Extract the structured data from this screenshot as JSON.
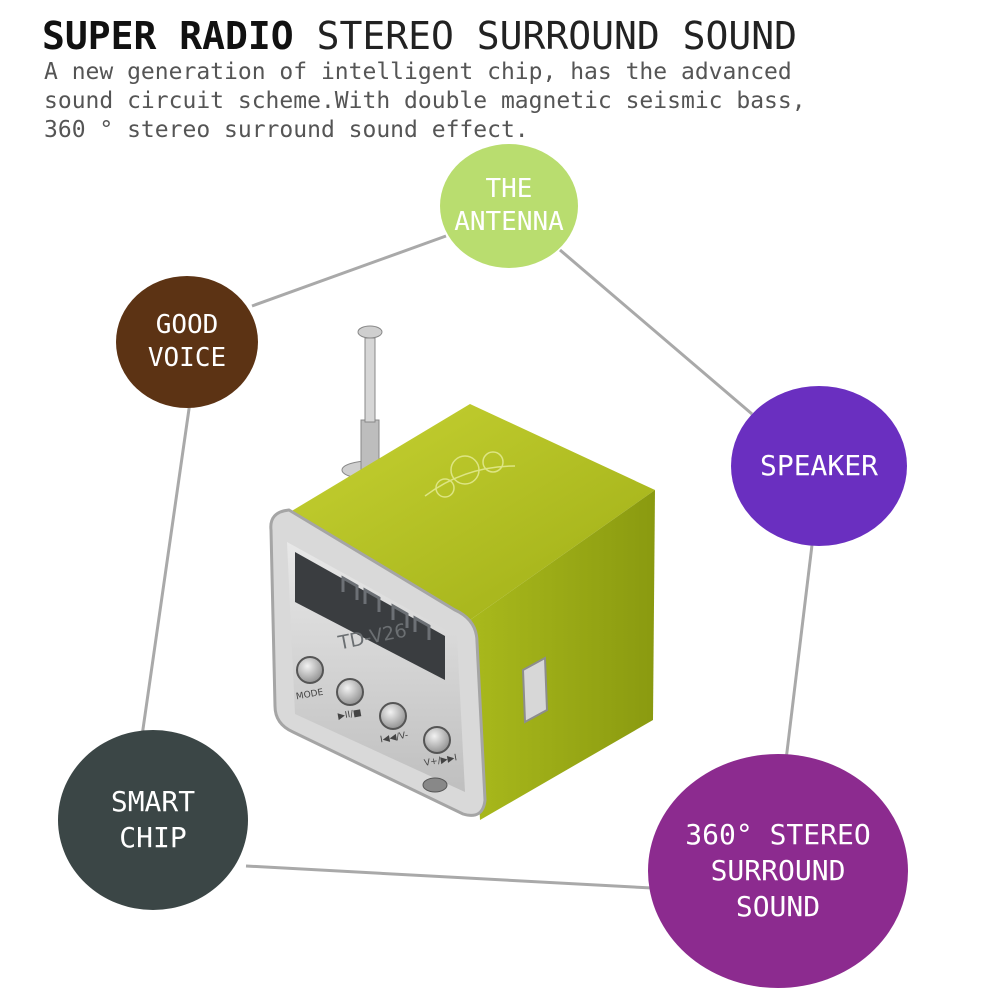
{
  "header": {
    "title_bold": "SUPER RADIO",
    "title_rest": "STEREO SURROUND SOUND",
    "description": "A new generation of intelligent chip, has the advanced\nsound circuit scheme.With double magnetic seismic bass,\n360 °  stereo surround sound effect."
  },
  "features": {
    "antenna": "THE\nANTENNA",
    "good_voice": "GOOD\nVOICE",
    "speaker": "SPEAKER",
    "smart_chip": "SMART\nCHIP",
    "surround": "360° STEREO\nSURROUND\nSOUND"
  },
  "product": {
    "model": "TD-V26",
    "buttons": [
      "MODE",
      "▶II/■",
      "I◀◀/V-",
      "V+/▶▶I"
    ],
    "display": "88:88"
  },
  "colors": {
    "antenna": "#b9dd6f",
    "good_voice": "#5c3314",
    "speaker": "#6a2fc0",
    "smart_chip": "#3b4646",
    "surround": "#8c2b8f",
    "body": "#a8b81f"
  }
}
